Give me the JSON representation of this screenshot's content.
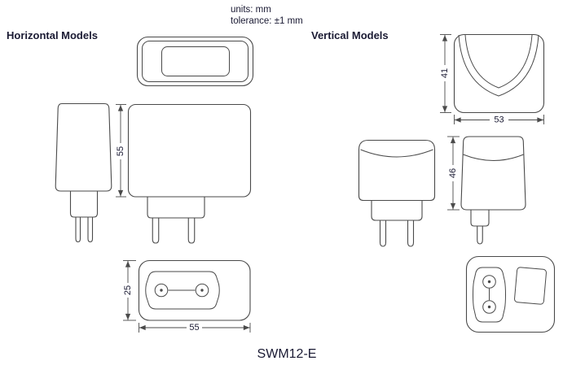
{
  "notes": {
    "units": "units: mm",
    "tolerance": "tolerance: ±1 mm"
  },
  "sections": {
    "horizontal": {
      "title": "Horizontal Models"
    },
    "vertical": {
      "title": "Vertical Models"
    }
  },
  "model_name": "SWM12-E",
  "dimensions": {
    "horizontal_front_height_mm": "55",
    "horizontal_bottom_height_mm": "25",
    "horizontal_bottom_width_mm": "55",
    "vertical_top_height_mm": "41",
    "vertical_top_width_mm": "53",
    "vertical_side_height_mm": "46"
  },
  "colors": {
    "line": "#4a4a4a",
    "text": "#1a1a33",
    "background": "#ffffff"
  }
}
